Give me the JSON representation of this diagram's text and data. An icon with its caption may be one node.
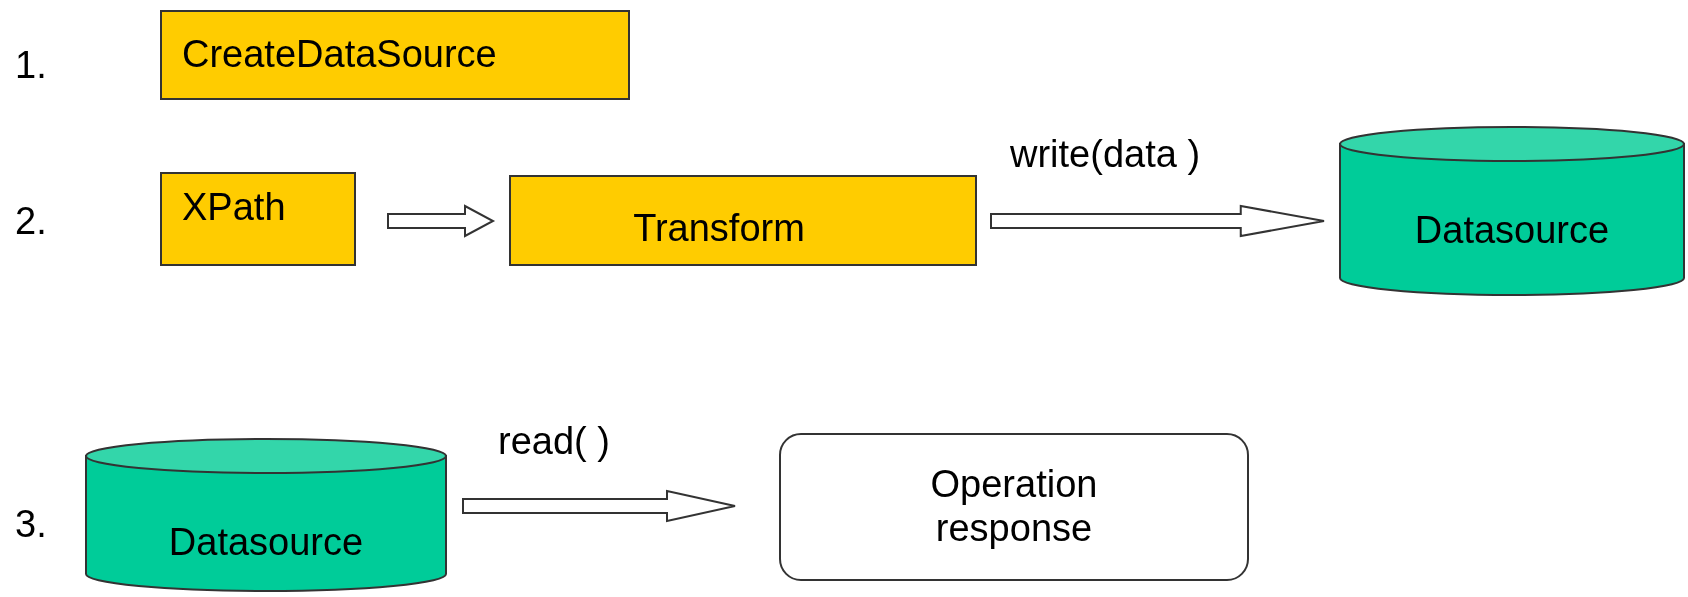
{
  "diagram": {
    "nodes": [
      {
        "text": [
          "CreateDataSource"
        ]
      },
      {
        "text": [
          "XPath"
        ]
      },
      {
        "text": [
          "Transform"
        ]
      },
      {
        "text": [
          "Datasource"
        ]
      },
      {
        "text": [
          "Datasource"
        ]
      },
      {
        "text": [
          "Operation response"
        ]
      }
    ],
    "edges": [
      {
        "from": 1,
        "to": 2,
        "arrow": "to"
      },
      {
        "from": 2,
        "to": 3,
        "arrow": "to",
        "label": "write(data )"
      },
      {
        "from": 4,
        "to": 5,
        "arrow": "to",
        "label": "read( )"
      }
    ],
    "labels": [
      "1.",
      "2.",
      "3."
    ]
  }
}
